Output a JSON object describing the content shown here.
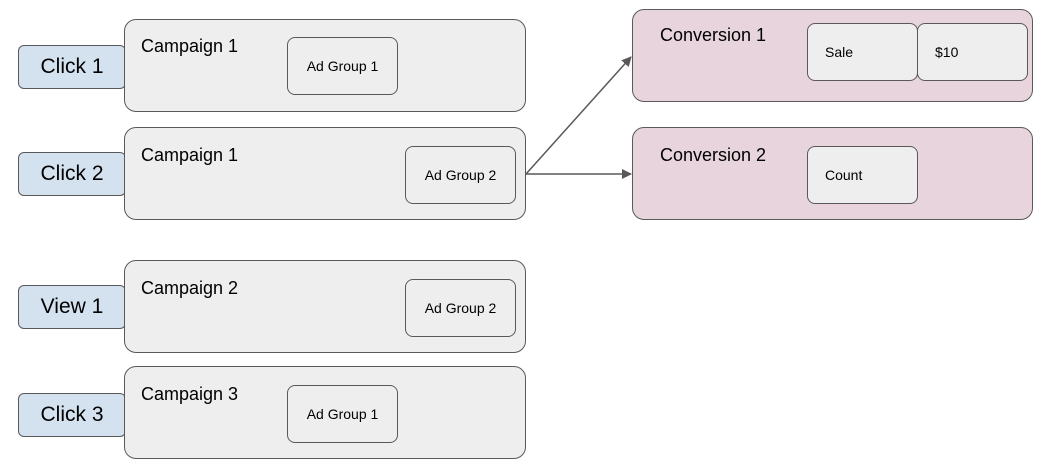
{
  "rows": [
    {
      "tag": "Click 1",
      "campaign": "Campaign 1",
      "ad_group": "Ad Group 1"
    },
    {
      "tag": "Click 2",
      "campaign": "Campaign 1",
      "ad_group": "Ad Group 2"
    },
    {
      "tag": "View 1",
      "campaign": "Campaign 2",
      "ad_group": "Ad Group 2"
    },
    {
      "tag": "Click 3",
      "campaign": "Campaign 3",
      "ad_group": "Ad Group 1"
    }
  ],
  "conversions": [
    {
      "title": "Conversion 1",
      "fields": [
        "Sale",
        "$10"
      ]
    },
    {
      "title": "Conversion 2",
      "fields": [
        "Count"
      ]
    }
  ],
  "colors": {
    "card_fill": "#eeeeee",
    "tag_fill": "#d4e2f0",
    "conversion_fill": "#e8d4dc",
    "border": "#595959"
  }
}
